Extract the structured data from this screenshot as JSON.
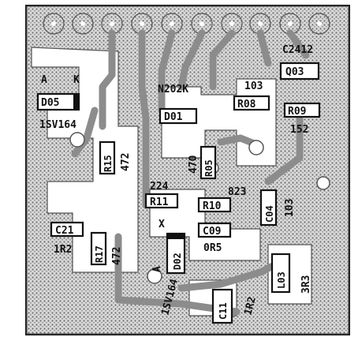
{
  "board": {
    "diode_labels": {
      "anode": "A",
      "cathode": "K",
      "anode2": "A"
    },
    "top_labels": {
      "d01_marking": "N202K"
    },
    "components": [
      {
        "id": "D05",
        "ref": "D05",
        "boxed": true
      },
      {
        "id": "D01",
        "ref": "D01",
        "boxed": true
      },
      {
        "id": "R08",
        "ref": "R08",
        "boxed": true
      },
      {
        "id": "R09",
        "ref": "R09",
        "boxed": true
      },
      {
        "id": "Q03",
        "ref": "Q03",
        "boxed": true
      },
      {
        "id": "R15",
        "ref": "R15",
        "boxed": true
      },
      {
        "id": "R05",
        "ref": "R05",
        "boxed": true
      },
      {
        "id": "R11",
        "ref": "R11",
        "boxed": true
      },
      {
        "id": "R10",
        "ref": "R10",
        "boxed": true
      },
      {
        "id": "C04",
        "ref": "C04",
        "boxed": true
      },
      {
        "id": "C09",
        "ref": "C09",
        "boxed": true
      },
      {
        "id": "C21",
        "ref": "C21",
        "boxed": true
      },
      {
        "id": "R17",
        "ref": "R17",
        "boxed": true
      },
      {
        "id": "D02",
        "ref": "D02",
        "boxed": true
      },
      {
        "id": "L03",
        "ref": "L03",
        "boxed": true
      },
      {
        "id": "C11",
        "ref": "C11",
        "boxed": true
      }
    ],
    "values": {
      "d05_part": "1SV164",
      "q03_value": "C2412",
      "r08_value": "103",
      "r09_value": "152",
      "r15_value": "472",
      "r05_value": "470",
      "r11_value": "224",
      "r10_value": "823",
      "c04_value": "103",
      "c09_value": "0R5",
      "c21_value": "1R2",
      "r17_value": "472",
      "d02_part": "1SV164",
      "l03_value": "3R3",
      "c11_value": "1R2",
      "x_mark": "X"
    },
    "colors": {
      "ink": "#111111",
      "pad": "#9a9a9a",
      "paper": "#ffffff"
    }
  }
}
